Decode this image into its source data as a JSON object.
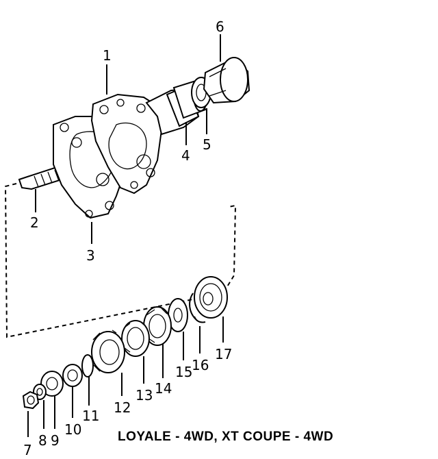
{
  "callouts": {
    "c1": "1",
    "c2": "2",
    "c3": "3",
    "c4": "4",
    "c5": "5",
    "c6": "6",
    "c7": "7",
    "c8": "8",
    "c9": "9",
    "c10": "10",
    "c11": "11",
    "c12": "12",
    "c13": "13",
    "c14": "14",
    "c15": "15",
    "c16": "16",
    "c17": "17"
  },
  "caption": "LOYALE - 4WD, XT COUPE - 4WD"
}
